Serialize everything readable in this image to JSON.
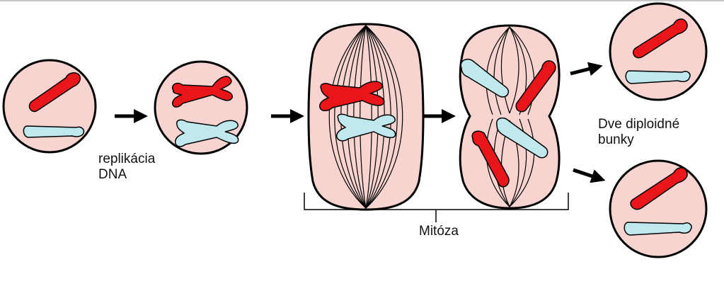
{
  "labels": {
    "replication_line1": "replikácia",
    "replication_line2": "DNA",
    "mitosis": "Mitóza",
    "result_line1": "Dve diploidné",
    "result_line2": "bunky"
  },
  "colors": {
    "cell_fill": "#f7d4d0",
    "outline": "#000000",
    "chromosome_red": "#e8161b",
    "chromosome_blue": "#bfe9ef"
  }
}
